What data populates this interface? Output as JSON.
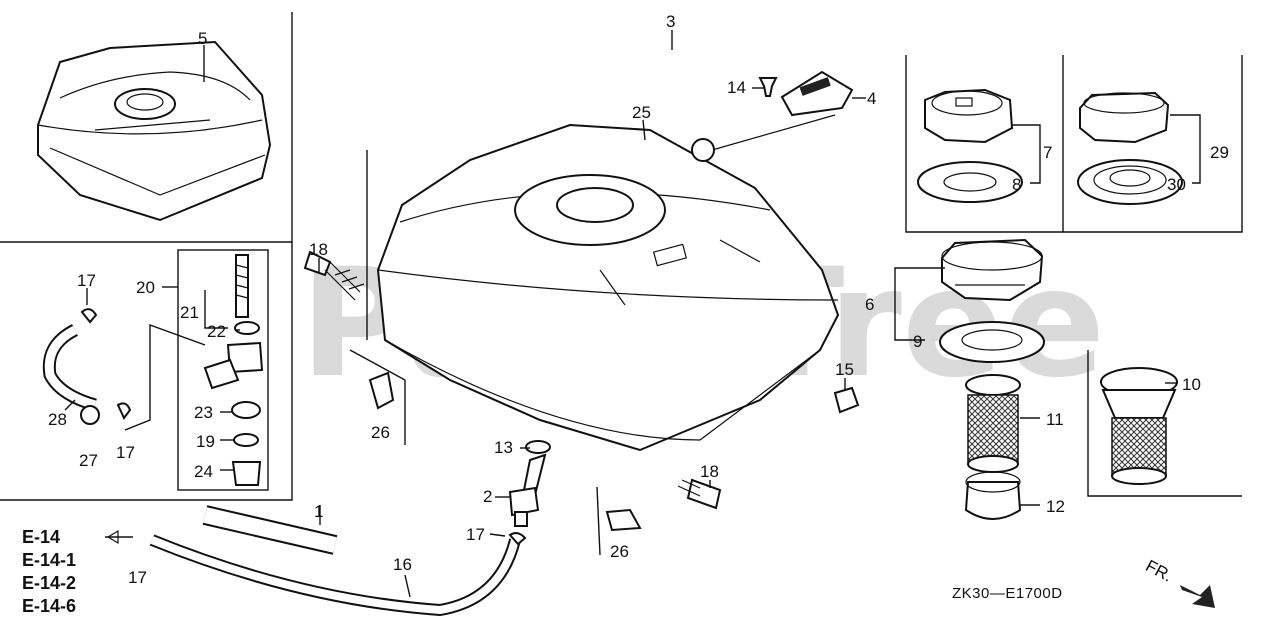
{
  "labels": {
    "p1": "1",
    "p2": "2",
    "p3": "3",
    "p4": "4",
    "p5": "5",
    "p6": "6",
    "p7": "7",
    "p8": "8",
    "p9": "9",
    "p10": "10",
    "p11": "11",
    "p12": "12",
    "p13": "13",
    "p14": "14",
    "p15": "15",
    "p16": "16",
    "p17a": "17",
    "p17b": "17",
    "p17c": "17",
    "p17d": "17",
    "p18a": "18",
    "p18b": "18",
    "p19": "19",
    "p20": "20",
    "p21": "21",
    "p22": "22",
    "p23": "23",
    "p24": "24",
    "p25": "25",
    "p26a": "26",
    "p26b": "26",
    "p27": "27",
    "p28": "28",
    "p29": "29",
    "p30": "30"
  },
  "refs": [
    "E-14",
    "E-14-1",
    "E-14-2",
    "E-14-6"
  ],
  "diagram_code": "ZK30—E1700D",
  "direction": "FR.",
  "watermark": "PartsTree"
}
